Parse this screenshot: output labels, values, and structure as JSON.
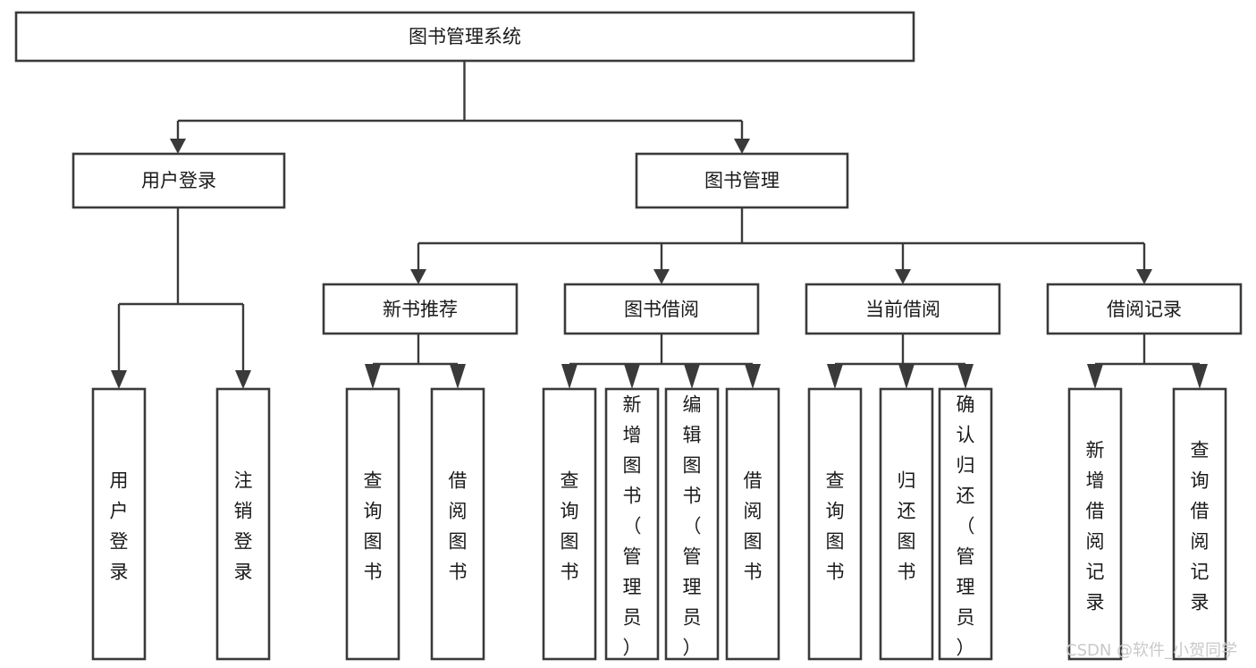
{
  "diagram": {
    "kind": "tree-hierarchy-chart",
    "title": "图书管理系统",
    "orientation": "top-down",
    "colors": {
      "box_fill": "#ffffff",
      "box_stroke": "#3a3a3a",
      "connector": "#3a3a3a",
      "text": "#1a1a1a",
      "background": "#ffffff",
      "watermark": "#c9c9c9"
    },
    "root": {
      "label": "图书管理系统"
    },
    "level2": [
      {
        "label": "用户登录"
      },
      {
        "label": "图书管理"
      }
    ],
    "level3": [
      {
        "label": "新书推荐"
      },
      {
        "label": "图书借阅"
      },
      {
        "label": "当前借阅"
      },
      {
        "label": "借阅记录"
      }
    ],
    "leaves": {
      "user_login": [
        {
          "label": "用户登录"
        },
        {
          "label": "注销登录"
        }
      ],
      "new_book_recommend": [
        {
          "label": "查询图书"
        },
        {
          "label": "借阅图书"
        }
      ],
      "book_borrow": [
        {
          "label": "查询图书"
        },
        {
          "label": "新增图书（管理员）"
        },
        {
          "label": "编辑图书（管理员）"
        },
        {
          "label": "借阅图书"
        }
      ],
      "current_borrow": [
        {
          "label": "查询图书"
        },
        {
          "label": "归还图书"
        },
        {
          "label": "确认归还（管理员）"
        }
      ],
      "borrow_record": [
        {
          "label": "新增借阅记录"
        },
        {
          "label": "查询借阅记录"
        }
      ]
    }
  },
  "watermark": {
    "text": "CSDN @软件_小贺同学"
  }
}
